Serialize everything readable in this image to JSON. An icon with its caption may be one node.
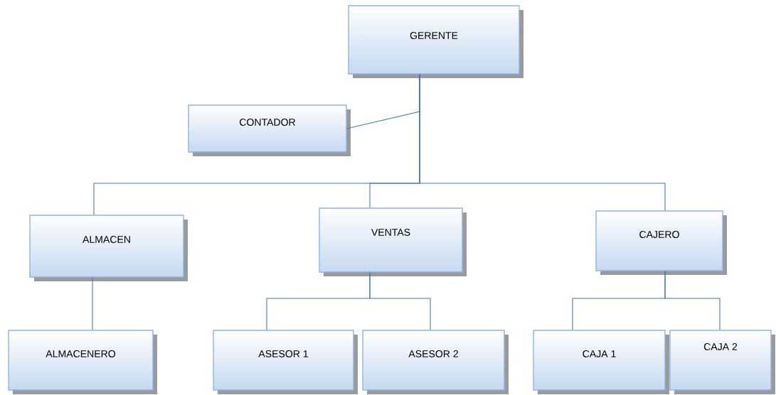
{
  "diagram": {
    "nodes": [
      {
        "text": [
          "GERENTE"
        ]
      },
      {
        "text": [
          "CONTADOR"
        ]
      },
      {
        "text": [
          "ALMACEN"
        ]
      },
      {
        "text": [
          "VENTAS"
        ]
      },
      {
        "text": [
          "CAJERO"
        ]
      },
      {
        "text": [
          "ALMACENERO"
        ]
      },
      {
        "text": [
          "ASESOR 1"
        ]
      },
      {
        "text": [
          "ASESOR 2"
        ]
      },
      {
        "text": [
          "CAJA 1"
        ]
      },
      {
        "text": [
          "CAJA 2"
        ]
      }
    ],
    "edges": [
      {
        "from": 0,
        "to": 1,
        "arrow": "none"
      },
      {
        "from": 0,
        "to": 2,
        "arrow": "none"
      },
      {
        "from": 0,
        "to": 3,
        "arrow": "none"
      },
      {
        "from": 0,
        "to": 4,
        "arrow": "none"
      },
      {
        "from": 2,
        "to": 5,
        "arrow": "none"
      },
      {
        "from": 3,
        "to": 6,
        "arrow": "none"
      },
      {
        "from": 3,
        "to": 7,
        "arrow": "none"
      },
      {
        "from": 4,
        "to": 8,
        "arrow": "none"
      },
      {
        "from": 4,
        "to": 9,
        "arrow": "none"
      }
    ]
  }
}
